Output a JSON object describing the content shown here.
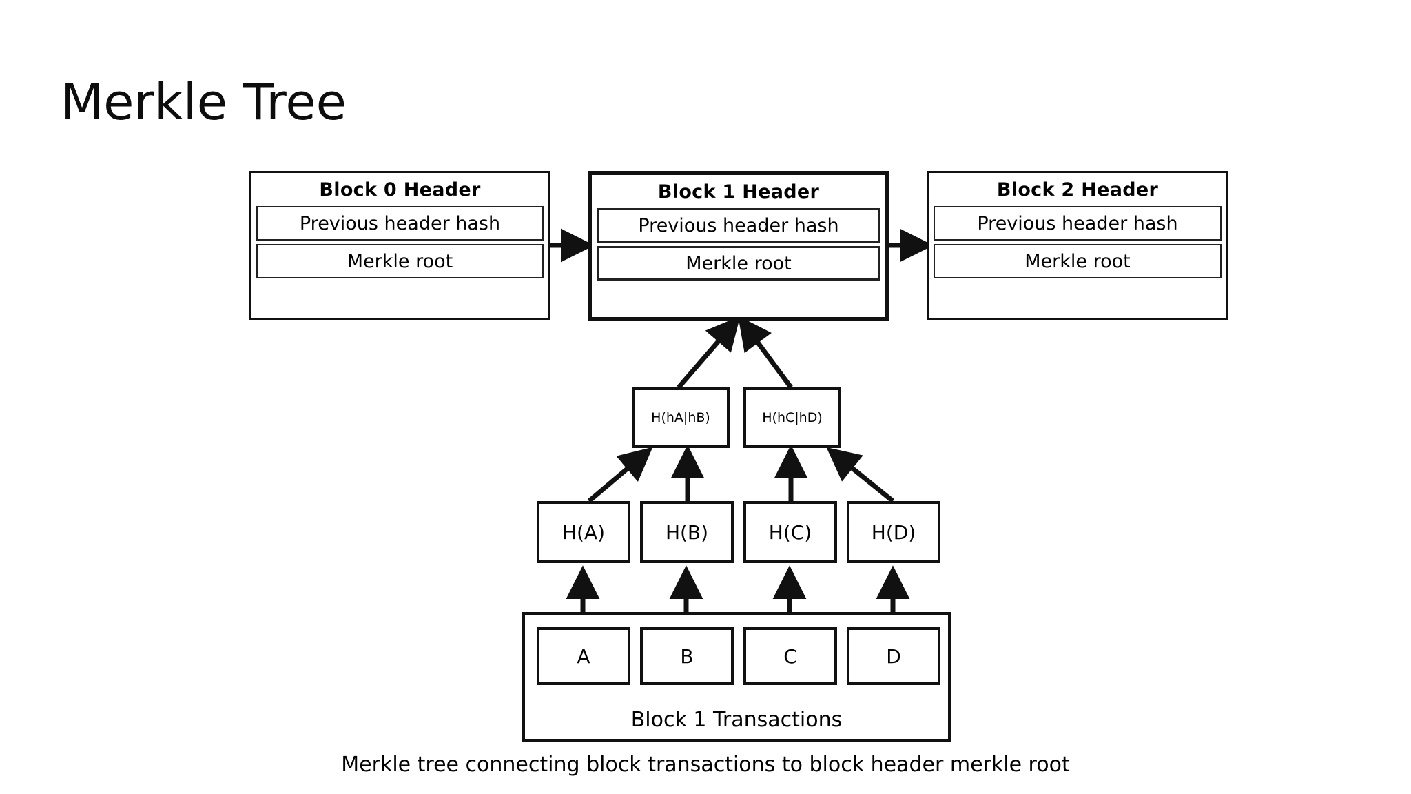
{
  "page": {
    "title": "Merkle Tree",
    "caption": "Merkle tree connecting block transactions to block header merkle root",
    "background_color": "#ffffff",
    "line_color": "#111111",
    "text_color": "#000000"
  },
  "blocks": [
    {
      "title": "Block 0 Header",
      "prev_hash_label": "Previous header hash",
      "merkle_root_label": "Merkle root",
      "emphasis": false
    },
    {
      "title": "Block 1 Header",
      "prev_hash_label": "Previous header hash",
      "merkle_root_label": "Merkle root",
      "emphasis": true
    },
    {
      "title": "Block 2 Header",
      "prev_hash_label": "Previous header hash",
      "merkle_root_label": "Merkle root",
      "emphasis": false
    }
  ],
  "tree": {
    "internal_nodes": [
      {
        "label": "H(hA|hB)"
      },
      {
        "label": "H(hC|hD)"
      }
    ],
    "leaf_hashes": [
      {
        "label": "H(A)"
      },
      {
        "label": "H(B)"
      },
      {
        "label": "H(C)"
      },
      {
        "label": "H(D)"
      }
    ],
    "transactions": [
      {
        "label": "A"
      },
      {
        "label": "B"
      },
      {
        "label": "C"
      },
      {
        "label": "D"
      }
    ],
    "transactions_container_label": "Block 1 Transactions"
  },
  "icons": {
    "chain_arrow": "arrow-right-icon",
    "tree_arrow": "arrow-up-icon"
  }
}
